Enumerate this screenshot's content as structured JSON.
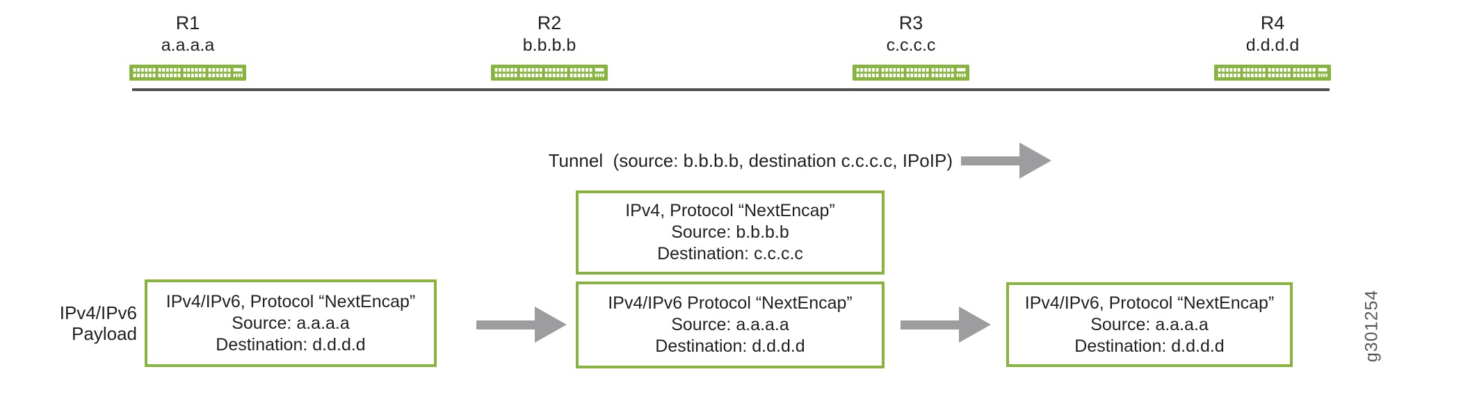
{
  "topology": {
    "routers": [
      {
        "name": "R1",
        "address": "a.a.a.a"
      },
      {
        "name": "R2",
        "address": "b.b.b.b"
      },
      {
        "name": "R3",
        "address": "c.c.c.c"
      },
      {
        "name": "R4",
        "address": "d.d.d.d"
      }
    ]
  },
  "tunnel": {
    "label": "Tunnel  (source: b.b.b.b, destination c.c.c.c, IPoIP)"
  },
  "payload_label": {
    "line1": "IPv4/IPv6",
    "line2": "Payload"
  },
  "packets": {
    "at_r1": {
      "title": "IPv4/IPv6, Protocol “NextEncap”",
      "source": "Source: a.a.a.a",
      "destination": "Destination: d.d.d.d"
    },
    "at_r2_outer": {
      "title": "IPv4, Protocol “NextEncap”",
      "source": "Source: b.b.b.b",
      "destination": "Destination: c.c.c.c"
    },
    "at_r2_inner": {
      "title": "IPv4/IPv6 Protocol “NextEncap”",
      "source": "Source: a.a.a.a",
      "destination": "Destination: d.d.d.d"
    },
    "at_r3": {
      "title": "IPv4/IPv6, Protocol “NextEncap”",
      "source": "Source: a.a.a.a",
      "destination": "Destination: d.d.d.d"
    }
  },
  "figure_id": "g301254",
  "colors": {
    "green": "#86b43e",
    "link_line": "#4d4e50",
    "arrow_gray": "#9d9d9f",
    "text": "#1f1f1f",
    "figure_id_gray": "#55565a"
  }
}
